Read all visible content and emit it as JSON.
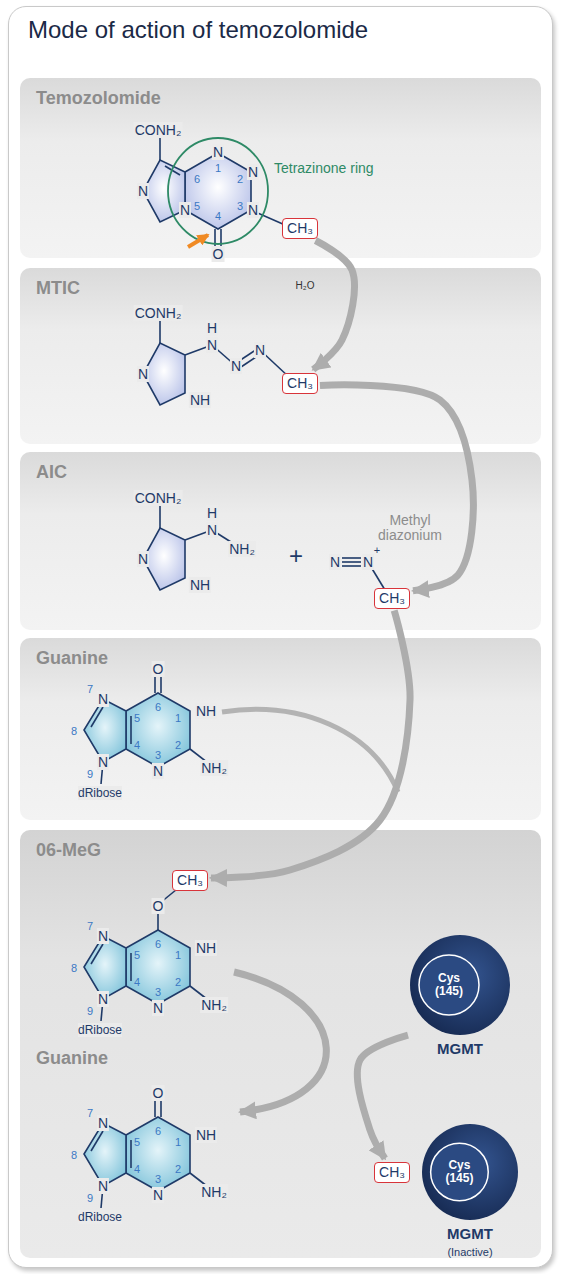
{
  "diagram": {
    "title": "Mode of action of temozolomide",
    "nodes": [
      {
        "text": [
          "Temozolomide"
        ]
      },
      {
        "text": [
          "CH₃"
        ],
        "in": 0
      },
      {
        "text": [
          "MTIC"
        ]
      },
      {
        "text": [
          "CH₃"
        ],
        "in": 2
      },
      {
        "text": [
          "AIC"
        ]
      },
      {
        "text": [
          "CH₃"
        ],
        "in": 4
      },
      {
        "text": [
          "Guanine"
        ]
      },
      {
        "text": [
          "06-MeG",
          "Guanine"
        ]
      },
      {
        "text": [
          "CH₃"
        ],
        "in": 7
      },
      {
        "text": [
          "Cys (145)",
          "MGMT"
        ],
        "in": 7
      },
      {
        "text": [
          "CH₃"
        ],
        "in": 7
      },
      {
        "text": [
          "Cys (145)",
          "MGMT",
          "(Inactive)"
        ],
        "in": 7
      }
    ],
    "edges": [
      {
        "from": 1,
        "to": 3,
        "arrow": "to"
      },
      {
        "from": 3,
        "to": 5,
        "arrow": "to"
      },
      {
        "from": 5,
        "to": 8,
        "arrow": "to"
      },
      {
        "from": 9,
        "to": 10,
        "arrow": "to"
      }
    ],
    "labels": [
      "CONH₂",
      "N",
      "N",
      "1",
      "N",
      "2",
      "N",
      "3",
      "4",
      "N",
      "5",
      "6",
      "O",
      "Tetrazinone ring",
      "H₂O",
      "CONH₂",
      "H",
      "N",
      "N",
      "N",
      "N",
      "NH",
      "CONH₂",
      "H",
      "N",
      "NH₂",
      "N",
      "NH",
      "+",
      "N",
      "N",
      "+",
      "Methyl diazonium",
      "7",
      "N",
      "8",
      "N",
      "9",
      "dRibose",
      "5",
      "4",
      "3",
      "N",
      "2",
      "NH₂",
      "1",
      "NH",
      "6",
      "O",
      "7",
      "N",
      "8",
      "N",
      "9",
      "dRibose",
      "5",
      "4",
      "3",
      "N",
      "2",
      "NH₂",
      "1",
      "NH",
      "6",
      "O",
      "7",
      "N",
      "8",
      "N",
      "9",
      "dRibose",
      "5",
      "4",
      "3",
      "N",
      "2",
      "NH₂",
      "1",
      "NH",
      "6",
      "O"
    ]
  }
}
